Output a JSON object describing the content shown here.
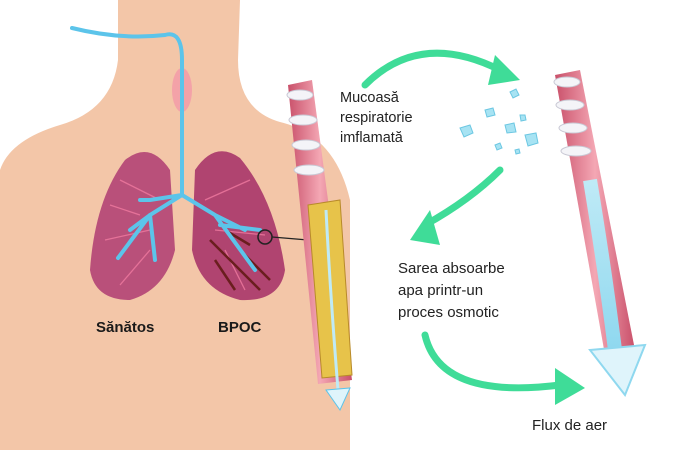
{
  "labels": {
    "healthy": "Sănătos",
    "copd": "BPOC",
    "mucosa": [
      "Mucoasă",
      "respiratorie",
      "imflamată"
    ],
    "salt": [
      "Sarea absoarbe",
      "apa printr-un",
      "proces osmotic"
    ],
    "airflow": "Flux de aer"
  },
  "colors": {
    "skin": "#f3c6a8",
    "lung": "#b9507a",
    "arrow_green": "#3fdc98",
    "air_blue": "#5cc4ea",
    "mucus": "#e7c34a"
  }
}
